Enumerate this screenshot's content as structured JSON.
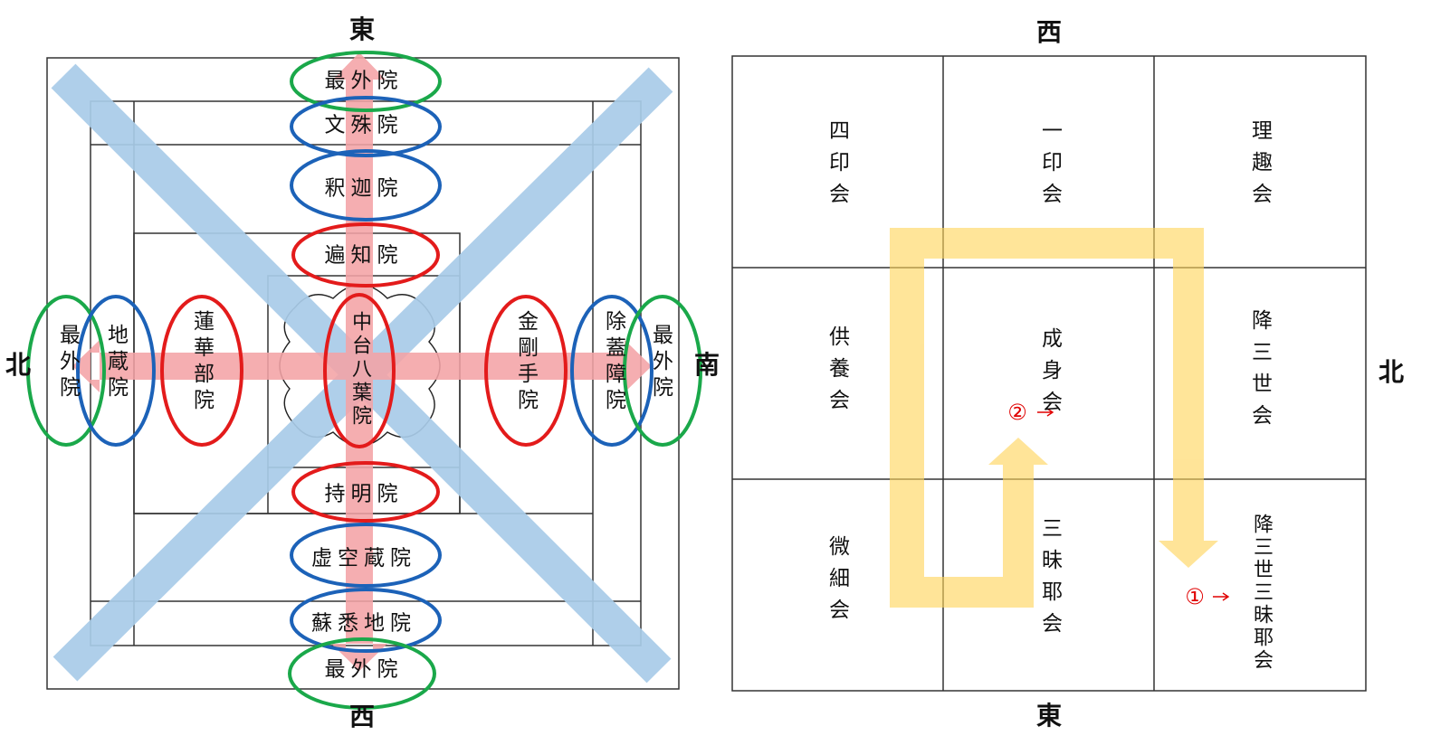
{
  "left_mandala": {
    "directions": {
      "top": "東",
      "bottom": "西",
      "left": "北",
      "right": "南"
    },
    "halls": {
      "outer_top": "最外院",
      "monju": "文殊院",
      "shaka": "釈迦院",
      "henchi": "遍知院",
      "center": "中台八葉院",
      "jimyo": "持明院",
      "kokuzo": "虚空蔵院",
      "soshitsuji": "蘇悉地院",
      "outer_bottom": "最外院",
      "outer_left": "最外院",
      "jizo": "地蔵院",
      "renge": "蓮華部院",
      "kongoshu": "金剛手院",
      "jogaisho": "除蓋障院",
      "outer_right": "最外院"
    },
    "colors": {
      "outer_circle": "#1aa84a",
      "blue_circle": "#1c62b8",
      "red_circle": "#e31b1b",
      "pink_cross": "#f4a3a6",
      "blue_cross": "#a9cce9"
    }
  },
  "right_mandala": {
    "directions": {
      "top": "西",
      "bottom": "東",
      "left": "",
      "right": "北"
    },
    "assemblies": {
      "shiin": "四印会",
      "ichiin": "一印会",
      "rishu": "理趣会",
      "kuyo": "供養会",
      "joshin": "成身会",
      "gosanze": "降三世会",
      "misai": "微細会",
      "sanmaya": "三昧耶会",
      "gosanze_sanmaya": "降三世三昧耶会"
    },
    "markers": {
      "start": "①",
      "end": "②"
    },
    "colors": {
      "path": "#ffd55a"
    }
  },
  "left_side_label": "北",
  "middle_label": "南"
}
